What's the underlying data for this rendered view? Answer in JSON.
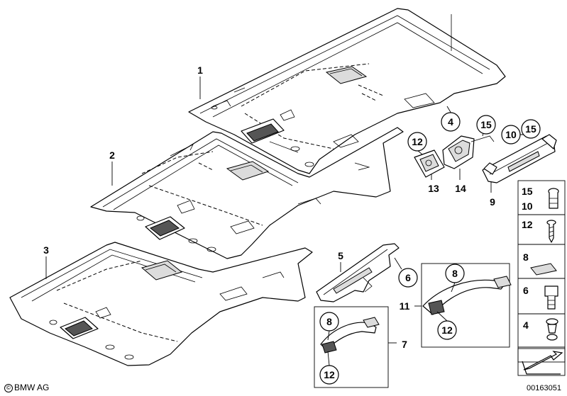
{
  "callouts": {
    "c1": "1",
    "c2": "2",
    "c3": "3",
    "c4": "4",
    "c5": "5",
    "c6": "6",
    "c7": "7",
    "c8a": "8",
    "c8b": "8",
    "c9": "9",
    "c10": "10",
    "c11": "11",
    "c12a": "12",
    "c12b": "12",
    "c12c": "12",
    "c13": "13",
    "c14": "14",
    "c15a": "15",
    "c15b": "15"
  },
  "legend": {
    "r1a": "15",
    "r1b": "10",
    "r2": "12",
    "r3": "8",
    "r4": "6",
    "r5": "4"
  },
  "footer": {
    "copyright_symbol": "©",
    "copyright_text": "BMW AG",
    "doc_number": "00163051"
  },
  "colors": {
    "line": "#000000",
    "fill_light": "#ffffff",
    "fill_grey": "#e6e6e6"
  }
}
